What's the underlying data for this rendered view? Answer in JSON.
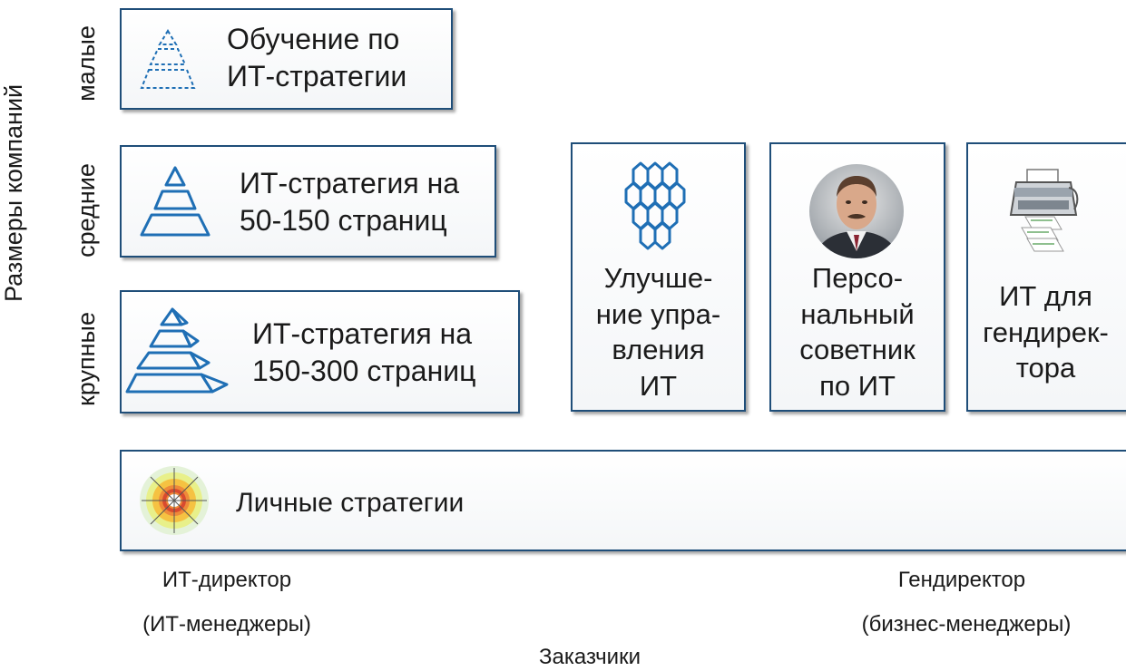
{
  "axis": {
    "y_title": "Размеры компаний",
    "x_title": "Заказчики",
    "rows": {
      "small": "малые",
      "medium": "средние",
      "large": "крупные"
    },
    "left_end": {
      "line1": "ИТ-директор",
      "line2": "(ИТ-менеджеры)"
    },
    "right_end": {
      "line1": "Гендиректор",
      "line2": "(бизнес-менеджеры)"
    }
  },
  "boxes": {
    "training": {
      "label": "Обучение по\nИТ-стратегии",
      "icon": "dashed-pyramid-icon"
    },
    "medium_strategy": {
      "label": "ИТ-стратегия на\n50-150 страниц",
      "icon": "pyramid-icon"
    },
    "large_strategy": {
      "label": "ИТ-стратегия на\n150-300 страниц",
      "icon": "3d-pyramid-icon"
    },
    "it_management": {
      "label": "Улучше-\nние упра-\nвления\nИТ",
      "icon": "hexagon-cluster-icon"
    },
    "advisor": {
      "label": "Персо-\nнальный\nсоветник\nпо ИТ",
      "icon": "portrait-photo"
    },
    "ceo_it": {
      "label": "ИТ для\nгендирек-\nтора",
      "icon": "printer-icon"
    },
    "personal": {
      "label": "Личные стратегии",
      "icon": "target-icon"
    }
  },
  "colors": {
    "border": "#1f4e79",
    "icon_blue": "#1f6fb5"
  }
}
